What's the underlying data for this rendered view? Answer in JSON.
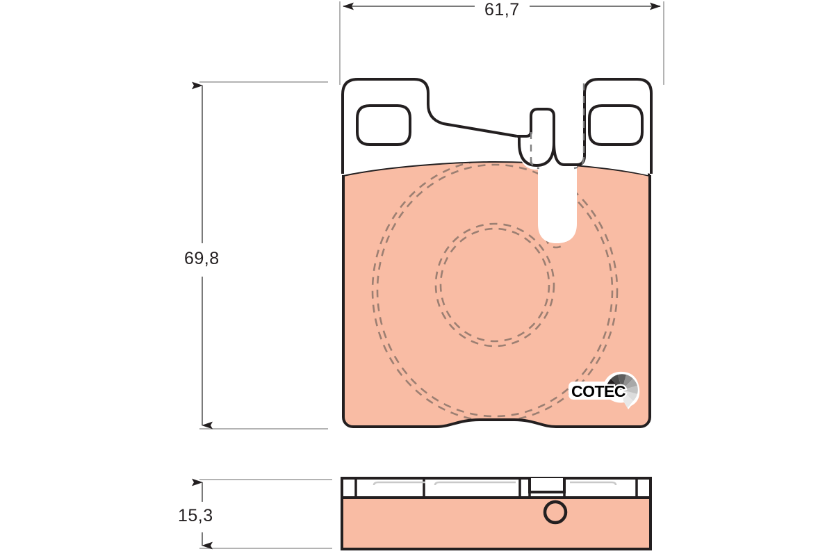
{
  "document": {
    "type": "technical-drawing",
    "subject": "brake-pad",
    "background_color": "#ffffff"
  },
  "dimensions": {
    "width": {
      "label": "61,7",
      "unit": "mm",
      "orientation": "horizontal",
      "position": "top"
    },
    "height": {
      "label": "69,8",
      "unit": "mm",
      "orientation": "vertical",
      "position": "left"
    },
    "thickness": {
      "label": "15,3",
      "unit": "mm",
      "orientation": "vertical",
      "position": "left-bottom"
    }
  },
  "brand": {
    "logo_text": "COTEC",
    "logo_text_color": "#000000",
    "logo_outline_color": "#ffffff",
    "gauge_segments": [
      "#231f20",
      "#4d4d4d",
      "#5c5c5c",
      "#8c8c8c",
      "#a6a6a6",
      "#bfbfbf",
      "#d9d9d9"
    ]
  },
  "colors": {
    "friction_material": "#f9bca4",
    "backing_plate": "#ffffff",
    "outline": "#231f20",
    "extension_line": "#b3b3b3",
    "dashed_groove": "#9c7f72"
  },
  "views": {
    "front": {
      "name": "front-view",
      "features": [
        "backing-plate",
        "two-mounting-holes",
        "center-notch",
        "friction-material",
        "dashed-wear-grooves",
        "cotec-logo"
      ]
    },
    "side": {
      "name": "side-view",
      "features": [
        "backing-plate-strip",
        "friction-material-block",
        "retaining-pin-hole",
        "center-tab"
      ]
    }
  }
}
